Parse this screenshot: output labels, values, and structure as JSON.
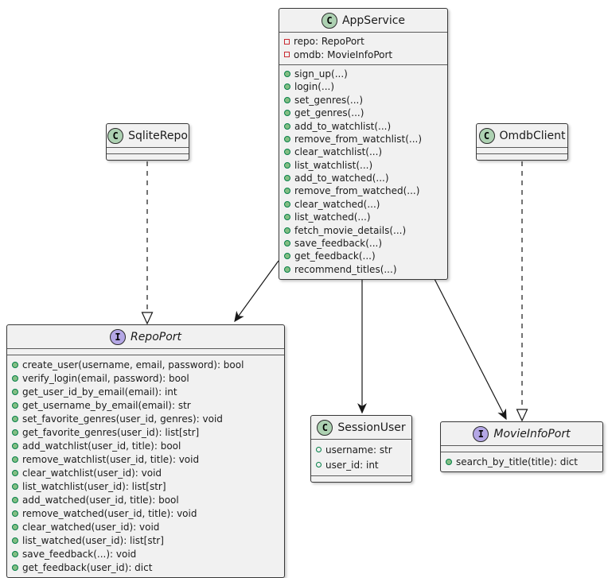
{
  "diagram_type": "uml-class-diagram",
  "colors": {
    "box_fill": "#F1F1F1",
    "box_border": "#383838",
    "class_badge_fill": "#ADD1B2",
    "interface_badge_fill": "#B4A7E5",
    "public_method_dot": "#84BE84",
    "public_method_border": "#038048",
    "private_field_border": "#C82930",
    "line_color": "#181818",
    "background": "#FFFFFF"
  },
  "classes": [
    {
      "name": "AppService",
      "kind": "class",
      "icon_letter": "C",
      "fields": [
        {
          "icon": "private-field-icon",
          "kind": "field",
          "text": "repo: RepoPort"
        },
        {
          "icon": "private-field-icon",
          "kind": "field",
          "text": "omdb: MovieInfoPort"
        }
      ],
      "methods": [
        {
          "icon": "public-method-icon",
          "kind": "method",
          "text": "sign_up(...)"
        },
        {
          "icon": "public-method-icon",
          "kind": "method",
          "text": "login(...)"
        },
        {
          "icon": "public-method-icon",
          "kind": "method",
          "text": "set_genres(...)"
        },
        {
          "icon": "public-method-icon",
          "kind": "method",
          "text": "get_genres(...)"
        },
        {
          "icon": "public-method-icon",
          "kind": "method",
          "text": "add_to_watchlist(...)"
        },
        {
          "icon": "public-method-icon",
          "kind": "method",
          "text": "remove_from_watchlist(...)"
        },
        {
          "icon": "public-method-icon",
          "kind": "method",
          "text": "clear_watchlist(...)"
        },
        {
          "icon": "public-method-icon",
          "kind": "method",
          "text": "list_watchlist(...)"
        },
        {
          "icon": "public-method-icon",
          "kind": "method",
          "text": "add_to_watched(...)"
        },
        {
          "icon": "public-method-icon",
          "kind": "method",
          "text": "remove_from_watched(...)"
        },
        {
          "icon": "public-method-icon",
          "kind": "method",
          "text": "clear_watched(...)"
        },
        {
          "icon": "public-method-icon",
          "kind": "method",
          "text": "list_watched(...)"
        },
        {
          "icon": "public-method-icon",
          "kind": "method",
          "text": "fetch_movie_details(...)"
        },
        {
          "icon": "public-method-icon",
          "kind": "method",
          "text": "save_feedback(...)"
        },
        {
          "icon": "public-method-icon",
          "kind": "method",
          "text": "get_feedback(...)"
        },
        {
          "icon": "public-method-icon",
          "kind": "method",
          "text": "recommend_titles(...)"
        }
      ]
    },
    {
      "name": "SqliteRepo",
      "kind": "class",
      "icon_letter": "C",
      "fields": [],
      "methods": []
    },
    {
      "name": "OmdbClient",
      "kind": "class",
      "icon_letter": "C",
      "fields": [],
      "methods": []
    },
    {
      "name": "RepoPort",
      "kind": "interface",
      "icon_letter": "I",
      "fields": [],
      "methods": [
        {
          "icon": "public-method-icon",
          "kind": "method",
          "text": "create_user(username, email, password): bool"
        },
        {
          "icon": "public-method-icon",
          "kind": "method",
          "text": "verify_login(email, password): bool"
        },
        {
          "icon": "public-method-icon",
          "kind": "method",
          "text": "get_user_id_by_email(email): int"
        },
        {
          "icon": "public-method-icon",
          "kind": "method",
          "text": "get_username_by_email(email): str"
        },
        {
          "icon": "public-method-icon",
          "kind": "method",
          "text": "set_favorite_genres(user_id, genres): void"
        },
        {
          "icon": "public-method-icon",
          "kind": "method",
          "text": "get_favorite_genres(user_id): list[str]"
        },
        {
          "icon": "public-method-icon",
          "kind": "method",
          "text": "add_watchlist(user_id, title): bool"
        },
        {
          "icon": "public-method-icon",
          "kind": "method",
          "text": "remove_watchlist(user_id, title): void"
        },
        {
          "icon": "public-method-icon",
          "kind": "method",
          "text": "clear_watchlist(user_id): void"
        },
        {
          "icon": "public-method-icon",
          "kind": "method",
          "text": "list_watchlist(user_id): list[str]"
        },
        {
          "icon": "public-method-icon",
          "kind": "method",
          "text": "add_watched(user_id, title): bool"
        },
        {
          "icon": "public-method-icon",
          "kind": "method",
          "text": "remove_watched(user_id, title): void"
        },
        {
          "icon": "public-method-icon",
          "kind": "method",
          "text": "clear_watched(user_id): void"
        },
        {
          "icon": "public-method-icon",
          "kind": "method",
          "text": "list_watched(user_id): list[str]"
        },
        {
          "icon": "public-method-icon",
          "kind": "method",
          "text": "save_feedback(...): void"
        },
        {
          "icon": "public-method-icon",
          "kind": "method",
          "text": "get_feedback(user_id): dict"
        }
      ]
    },
    {
      "name": "SessionUser",
      "kind": "class",
      "icon_letter": "C",
      "fields": [
        {
          "icon": "public-field-icon",
          "kind": "field",
          "text": "username: str"
        },
        {
          "icon": "public-field-icon",
          "kind": "field",
          "text": "user_id: int"
        }
      ],
      "methods": []
    },
    {
      "name": "MovieInfoPort",
      "kind": "interface",
      "icon_letter": "I",
      "fields": [],
      "methods": [
        {
          "icon": "public-method-icon",
          "kind": "method",
          "text": "search_by_title(title): dict"
        }
      ]
    }
  ],
  "relations": [
    {
      "from": "SqliteRepo",
      "to": "RepoPort",
      "type": "realization",
      "line": "dashed",
      "arrow": "hollow-triangle"
    },
    {
      "from": "AppService",
      "to": "RepoPort",
      "type": "association",
      "line": "solid",
      "arrow": "open-vee"
    },
    {
      "from": "AppService",
      "to": "SessionUser",
      "type": "association",
      "line": "solid",
      "arrow": "open-vee"
    },
    {
      "from": "AppService",
      "to": "MovieInfoPort",
      "type": "association",
      "line": "solid",
      "arrow": "open-vee"
    },
    {
      "from": "OmdbClient",
      "to": "MovieInfoPort",
      "type": "realization",
      "line": "dashed",
      "arrow": "hollow-triangle"
    }
  ]
}
